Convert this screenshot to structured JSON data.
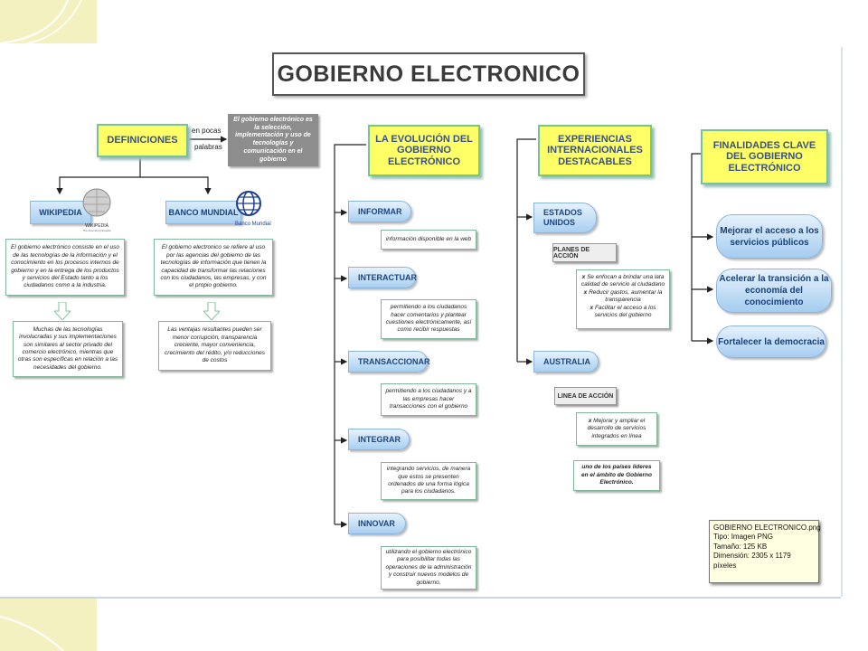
{
  "title": "GOBIERNO ELECTRONICO",
  "definiciones": {
    "label": "DEFINICIONES",
    "connector_1": "en pocas",
    "connector_2": "palabras",
    "summary": "El gobierno electrónico es la selección, implementación y uso de tecnologías y comunicación en el gobierno"
  },
  "wikipedia": {
    "label": "WIKIPEDIA",
    "logo_text": "WIKIPEDIA",
    "logo_sub": "The Free Encyclopedia",
    "definition": "El gobierno electrónico consiste en el uso de las tecnologías de la información y el conocimiento en los procesos internos de gobierno y en la entrega de los productos y servicios del Estado tanto a los ciudadanos como a la industria.",
    "detail": "Muchas de las tecnologías involucradas y sus implementaciones son similares al sector privado del comercio electrónico, mientras que otras son específicas en relación a las necesidades del gobierno."
  },
  "banco_mundial": {
    "label": "BANCO MUNDIAL",
    "logo_text": "Banco Mundial",
    "definition": "El gobierno electronico se refiere al uso por las agencias del gobierno de las tecnologías de información que tienen la capacidad de transformar las relaciones con los ciudadanos, las empresas, y con el propio gobierno.",
    "detail": "Las ventajas resultantes pueden ser menor corrupción, transparencia creciente, mayor conveniencia, crecimiento del rédito, y/o reducciones de costos"
  },
  "evolucion": {
    "label": "LA EVOLUCIÓN DEL GOBIERNO ELECTRÓNICO",
    "stages": [
      {
        "name": "INFORMAR",
        "desc": "información disponible en la web"
      },
      {
        "name": "INTERACTUAR",
        "desc": "permitiendo a los ciudadanos hacer comentarios y plantear cuestiones electrónicamente, así como recibir respuestas"
      },
      {
        "name": "TRANSACCIONAR",
        "desc": "permitiendo a los ciudadanos y a las empresas hacer transacciones con el gobierno"
      },
      {
        "name": "INTEGRAR",
        "desc": "integrando servicios, de manera que estos se presenten ordenados de una forma lógica para los ciudadanos."
      },
      {
        "name": "INNOVAR",
        "desc": "utilizando el gobierno electrónico para posibilitar todas las operaciones de la administración y construir nuevos modelos de gobierno."
      }
    ]
  },
  "experiencias": {
    "label": "EXPERIENCIAS INTERNACIONALES DESTACABLES",
    "usa": {
      "label": "ESTADOS UNIDOS",
      "plan_label": "PLANES DE ACCIÓN",
      "plan_items": [
        "Se enfocan a brindar una lata calidad de servicio al ciudadano",
        "Reducir gastos, aumentar la transparencia",
        "Facilitar el acceso a los servicios del gobierno"
      ]
    },
    "australia": {
      "label": "AUSTRALIA",
      "plan_label": "LINEA DE ACCIÓN",
      "plan_items": [
        "Mejorar y ampliar el desarrollo de servicios integrados en línea"
      ],
      "note": "uno de los países lideres en el ámbito de Gobierno Electrónico."
    }
  },
  "finalidades": {
    "label": "FINALIDADES CLAVE DEL GOBIERNO ELECTRÓNICO",
    "items": [
      "Mejorar el acceso a los servicios públicos",
      "Acelerar la transición a la economía del conocimiento",
      "Fortalecer la democracia"
    ]
  },
  "file_info": {
    "name": "GOBIERNO ELECTRONICO.png",
    "type": "Tipo: Imagen PNG",
    "size": "Tamaño: 125 KB",
    "dimension": "Dimensión: 2305 x 1179",
    "unit": "píxeles"
  },
  "colors": {
    "yellow": "#ffff66",
    "green_border": "#78c490",
    "blue_text": "#37508a",
    "deco": "#f4f1c0"
  }
}
